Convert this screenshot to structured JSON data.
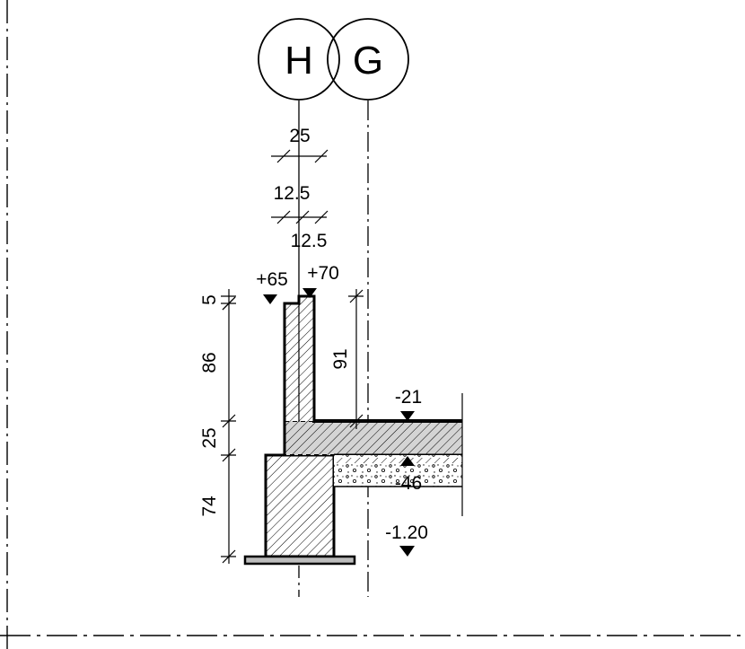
{
  "axes": {
    "h": {
      "letter": "H"
    },
    "g": {
      "letter": "G"
    }
  },
  "dimensions": {
    "wall_thickness": "25",
    "half_a": "12.5",
    "half_b": "12.5",
    "d_5": "5",
    "d_86": "86",
    "d_25": "25",
    "d_74": "74",
    "d_91": "91"
  },
  "levels": {
    "l_plus65": "+65",
    "l_plus70": "+70",
    "l_minus21": "-21",
    "l_minus46": "-46",
    "l_minus120": "-1.20"
  },
  "colors": {
    "line": "#000000",
    "slab_fill": "#d4d4d4",
    "background": "#ffffff"
  }
}
